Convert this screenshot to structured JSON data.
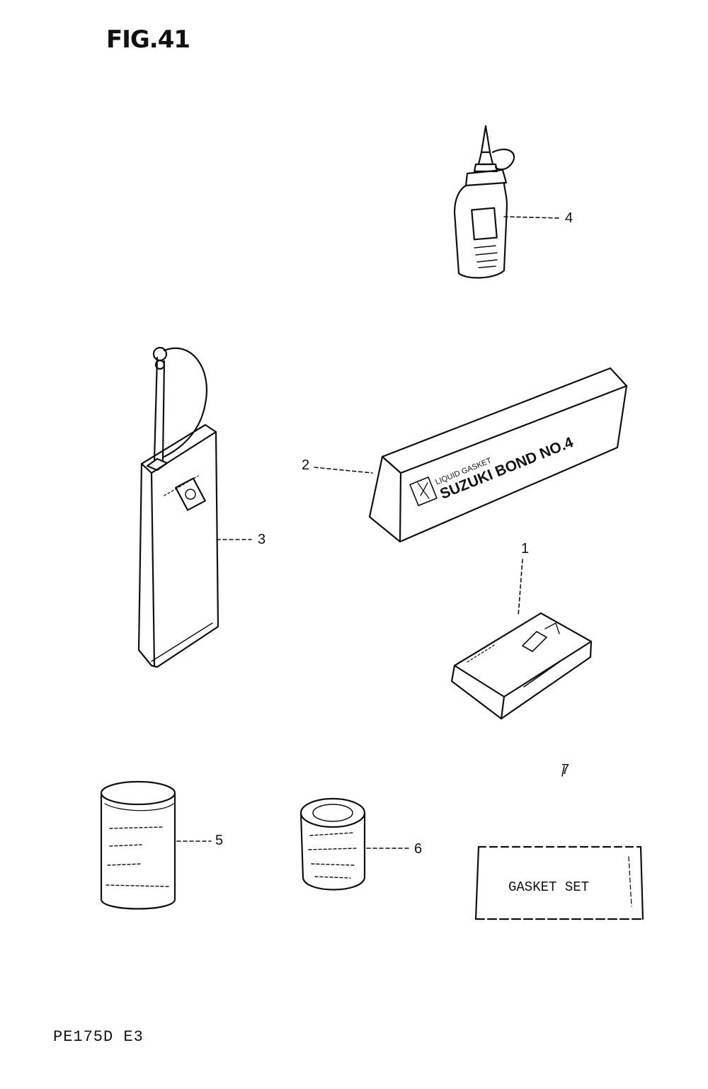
{
  "figure": {
    "title": "FIG.41",
    "footer": "PE175D E3"
  },
  "callouts": {
    "c1": "1",
    "c2": "2",
    "c3": "3",
    "c4": "4",
    "c5": "5",
    "c6": "6",
    "c7": "7"
  },
  "box2": {
    "top_line": "LIQUID GASKET",
    "main_line": "SUZUKI BOND NO.4"
  },
  "gasket_set": {
    "label": "GASKET SET"
  }
}
